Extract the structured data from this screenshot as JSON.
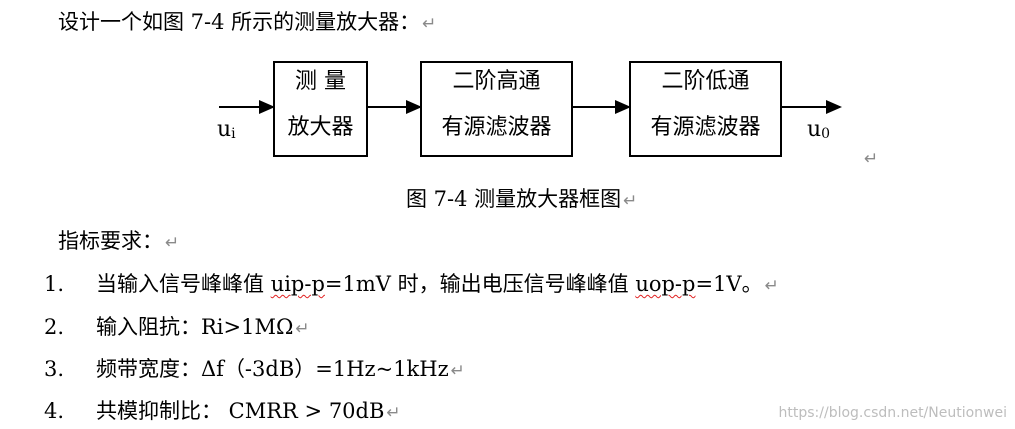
{
  "intro": "设计一个如图 7-4 所示的测量放大器：",
  "diagram": {
    "input_label": "u",
    "input_sub": "i",
    "output_label": "u",
    "output_sub": "0",
    "blocks": [
      {
        "line1": "测  量",
        "line2": "放大器"
      },
      {
        "line1": "二阶高通",
        "line2": "有源滤波器"
      },
      {
        "line1": "二阶低通",
        "line2": "有源滤波器"
      }
    ]
  },
  "caption": "图 7-4  测量放大器框图",
  "spec_heading": "指标要求：",
  "paragraph_mark": "↵",
  "requirements": [
    {
      "num": "1.",
      "text_a": "当输入信号峰峰值 ",
      "term1": "uip-p",
      "text_b": "=1mV 时，输出电压信号峰峰值 ",
      "term2": "uop-p",
      "text_c": "=1V。"
    },
    {
      "num": "2.",
      "text": "输入阻抗：Ri>1MΩ"
    },
    {
      "num": "3.",
      "text": "频带宽度：Δf（-3dB）=1Hz~1kHz"
    },
    {
      "num": "4.",
      "text": "共模抑制比：  CMRR > 70dB"
    }
  ],
  "watermark": "https://blog.csdn.net/Neutionwei"
}
